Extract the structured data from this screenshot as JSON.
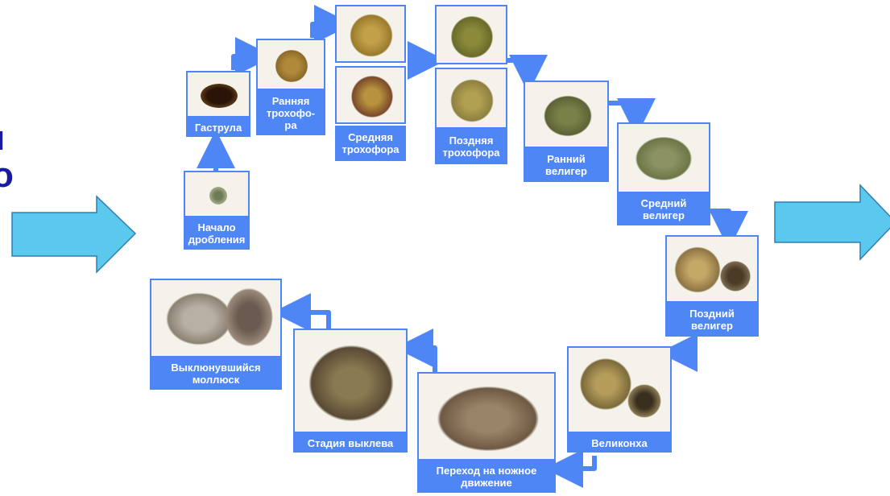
{
  "edge_text": {
    "left_top": "ı",
    "left_bottom": "о"
  },
  "colors": {
    "accent": "#4f86f5",
    "big_arrow": "#5bc8ee",
    "big_arrow_stroke": "#2e7fb0"
  },
  "stages": {
    "s1": "Начало\nдробления",
    "s2": "Гаструла",
    "s3": "Ранняя\nтрохофо-\nра",
    "s4": "Средняя\nтрохофора",
    "s5": "Поздняя\nтрохофора",
    "s6": "Ранний\nвелигер",
    "s7": "Средний\nвелигер",
    "s8": "Поздний\nвелигер",
    "s9": "Великонха",
    "s10": "Переход на ножное\nдвижение",
    "s11": "Стадия выклева",
    "s12": "Выклюнувшийся\nмоллюск"
  }
}
